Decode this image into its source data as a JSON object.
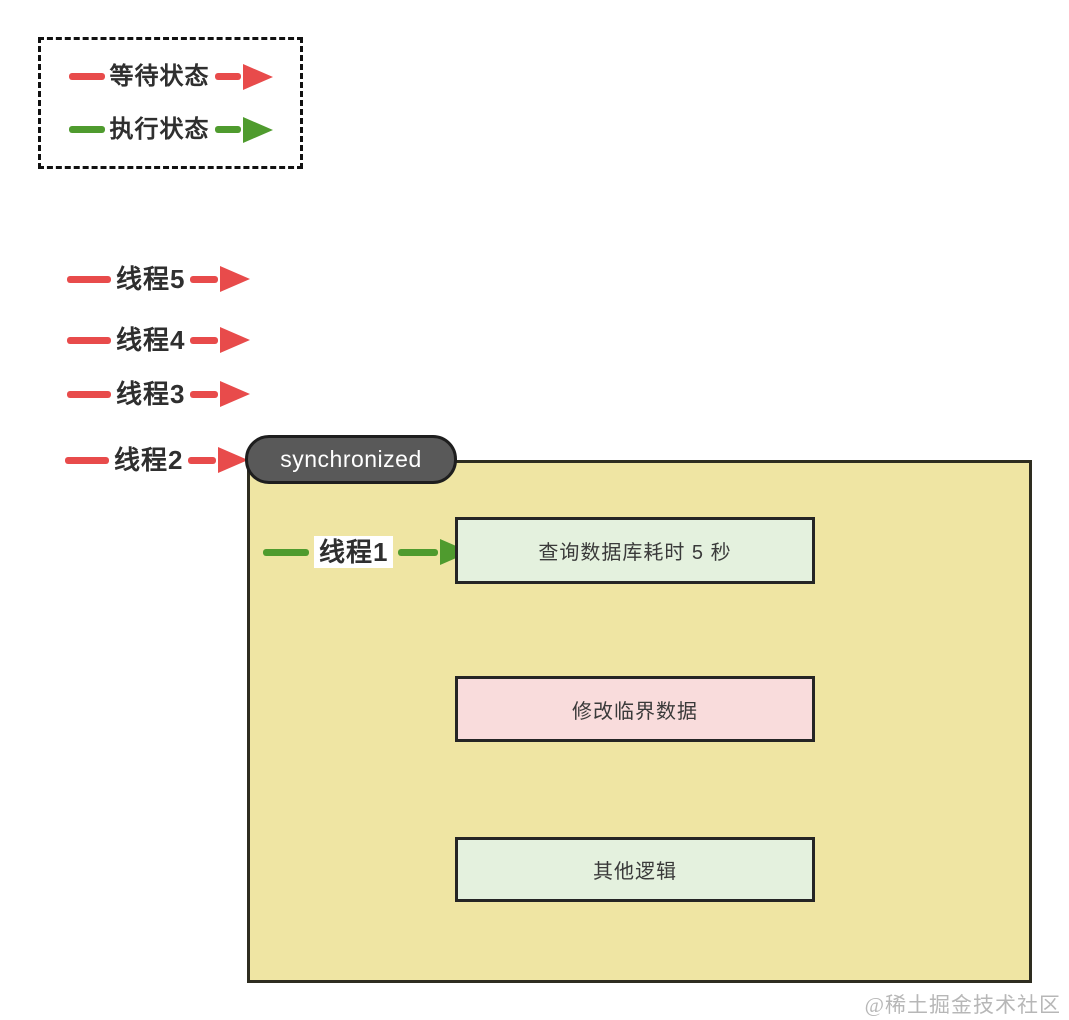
{
  "colors": {
    "red": "#E84B4B",
    "green": "#4F9B2E",
    "yellow_fill": "#EFE5A3",
    "yellow_border": "#2E2D20",
    "pill_fill": "#595959",
    "pill_border": "#1E1E1E",
    "light_green_fill": "#E4F1DE",
    "pink_fill": "#F9DCDC",
    "step_border": "#252525",
    "text_dark": "#2F2F2F",
    "watermark": "#B7B7B7"
  },
  "legend": {
    "items": [
      {
        "label": "等待状态",
        "state": "waiting",
        "color": "#E84B4B"
      },
      {
        "label": "执行状态",
        "state": "executing",
        "color": "#4F9B2E"
      }
    ]
  },
  "threads": {
    "waiting": [
      {
        "label": "线程5"
      },
      {
        "label": "线程4"
      },
      {
        "label": "线程3"
      },
      {
        "label": "线程2"
      }
    ],
    "executing": {
      "label": "线程1"
    }
  },
  "sync_block": {
    "title": "synchronized",
    "steps": [
      {
        "label": "查询数据库耗时 5 秒",
        "type": "green"
      },
      {
        "label": "修改临界数据",
        "type": "pink"
      },
      {
        "label": "其他逻辑",
        "type": "green"
      }
    ]
  },
  "watermark": "@稀土掘金技术社区"
}
